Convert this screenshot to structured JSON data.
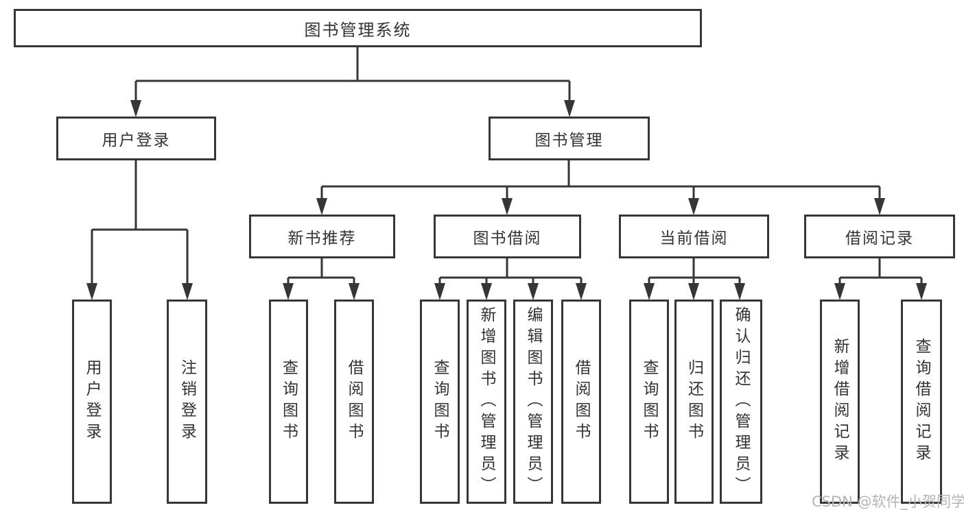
{
  "diagram": {
    "root": {
      "label": "图书管理系统"
    },
    "level2": {
      "user_login": {
        "label": "用户登录"
      },
      "book_management": {
        "label": "图书管理"
      }
    },
    "level3": {
      "new_book_recommend": {
        "label": "新书推荐"
      },
      "book_borrow": {
        "label": "图书借阅"
      },
      "current_borrow": {
        "label": "当前借阅"
      },
      "borrow_record": {
        "label": "借阅记录"
      }
    },
    "leaves": {
      "user_login": {
        "label": "用户登录"
      },
      "logout": {
        "label": "注销登录"
      },
      "recommend_query_book": {
        "label": "查询图书"
      },
      "recommend_borrow_book": {
        "label": "借阅图书"
      },
      "borrow_query_book": {
        "label": "查询图书"
      },
      "borrow_add_book": {
        "label": "新增图书（管理员）"
      },
      "borrow_edit_book": {
        "label": "编辑图书（管理员）"
      },
      "borrow_borrow_book": {
        "label": "借阅图书"
      },
      "current_query_book": {
        "label": "查询图书"
      },
      "current_return_book": {
        "label": "归还图书"
      },
      "current_confirm_return": {
        "label": "确认归还（管理员）"
      },
      "record_add_record": {
        "label": "新增借阅记录"
      },
      "record_query_record": {
        "label": "查询借阅记录"
      }
    }
  },
  "watermark": {
    "text": "CSDN @软件_小贺同学"
  },
  "colors": {
    "line": "#363636",
    "box_border": "#363636",
    "text": "#333333",
    "watermark": "#b4b4b4",
    "background": "#ffffff"
  }
}
